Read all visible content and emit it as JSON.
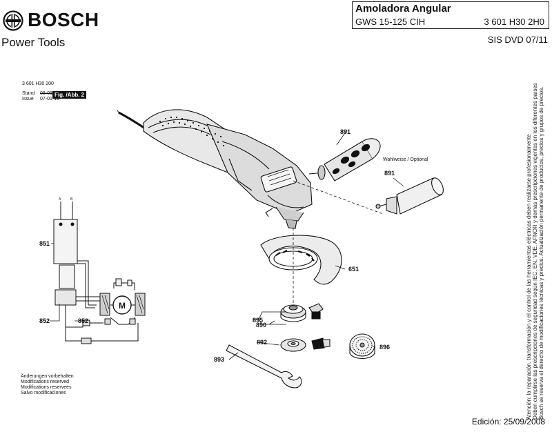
{
  "header": {
    "brand": "BOSCH",
    "subtitle": "Power Tools",
    "title": "Amoladora Angular",
    "model": "GWS 15-125 CIH",
    "part_number": "3 601 H30 2H0",
    "sis": "SIS DVD 07/11"
  },
  "drawing_info": {
    "number": "3 601 H30 200",
    "stand_label": "Stand",
    "stand_value": "08-08",
    "issue_label": "Issue",
    "issue_value": "07-01-19",
    "figure": "Fig. /Abb. 2"
  },
  "optional_note": "Wahlweise / Optional",
  "callouts": {
    "c891a": "891",
    "c891b": "891",
    "c651": "651",
    "c851": "851",
    "c852a": "852",
    "c852b": "852",
    "c895": "895",
    "c890": "890",
    "c892": "892",
    "c893": "893",
    "c896": "896",
    "motor": "M",
    "wireA": "A",
    "wireB": "B"
  },
  "changes": {
    "line1": "Änderungen vorbehalten",
    "line2": "Modifications reserved",
    "line3": "Modifications reservees",
    "line4": "Salvo modificaciones"
  },
  "side_note": {
    "line1": "Atención: la reparación, transformación y el control de las herramientas eléctricas deben realizarse profesionalmente",
    "line2": "Deben cumplirse las prescripciones de seguridad según IEC, EN, VDE, AFNOR y demás prescripciones vigentes en los diferentes países",
    "line3": "Bosch se reserva el derecho de modificaciones técnicas y precios. Actualización permanente de productos, precios y grupos de precios."
  },
  "edition": "Edición: 25/09/2008"
}
